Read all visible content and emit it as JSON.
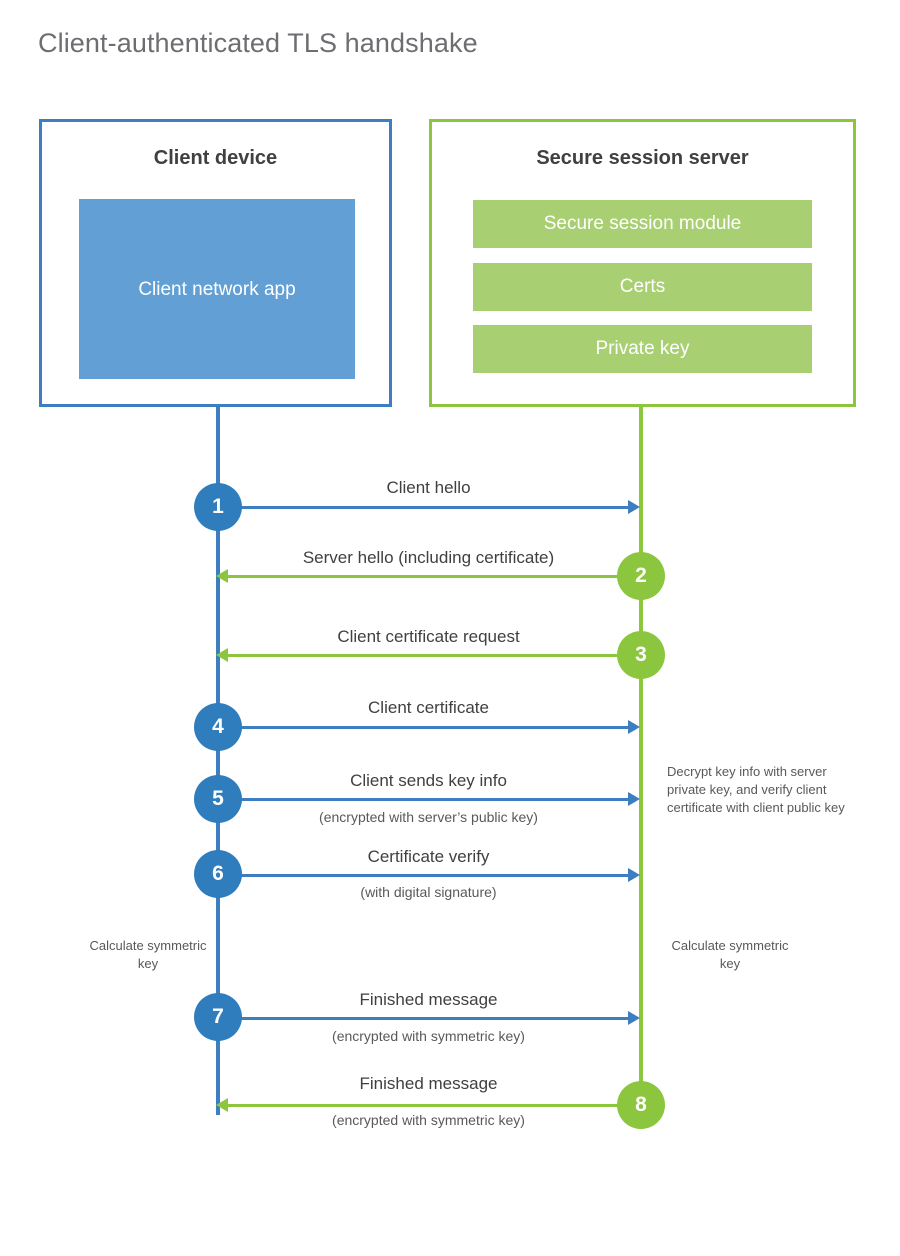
{
  "title": "Client-authenticated TLS handshake",
  "colors": {
    "client_blue": "#3c7ebf",
    "client_circle": "#2f7dbd",
    "client_app_fill": "#629fd4",
    "server_green": "#8cc63f",
    "server_bar_fill": "#a8d072",
    "title_gray": "#6d6e71",
    "text_dark": "#404041",
    "text_body": "#58595b"
  },
  "client": {
    "title": "Client device",
    "app_label": "Client network app"
  },
  "server": {
    "title": "Secure session server",
    "components": [
      "Secure session module",
      "Certs",
      "Private key"
    ]
  },
  "steps": [
    {
      "number": "1",
      "origin": "client",
      "direction": "right",
      "label": "Client hello",
      "sublabel": ""
    },
    {
      "number": "2",
      "origin": "server",
      "direction": "left",
      "label": "Server hello (including certificate)",
      "sublabel": ""
    },
    {
      "number": "3",
      "origin": "server",
      "direction": "left",
      "label": "Client certificate request",
      "sublabel": ""
    },
    {
      "number": "4",
      "origin": "client",
      "direction": "right",
      "label": "Client certificate",
      "sublabel": ""
    },
    {
      "number": "5",
      "origin": "client",
      "direction": "right",
      "label": "Client sends key info",
      "sublabel": "(encrypted with server’s public key)"
    },
    {
      "number": "6",
      "origin": "client",
      "direction": "right",
      "label": "Certificate verify",
      "sublabel": "(with digital signature)"
    },
    {
      "number": "7",
      "origin": "client",
      "direction": "right",
      "label": "Finished message",
      "sublabel": "(encrypted with symmetric key)"
    },
    {
      "number": "8",
      "origin": "server",
      "direction": "left",
      "label": "Finished message",
      "sublabel": "(encrypted with symmetric key)"
    }
  ],
  "notes": {
    "server_decrypt": "Decrypt key info with server private key, and verify client certificate with client public key",
    "client_calculate": "Calculate symmetric key",
    "server_calculate": "Calculate symmetric key"
  }
}
